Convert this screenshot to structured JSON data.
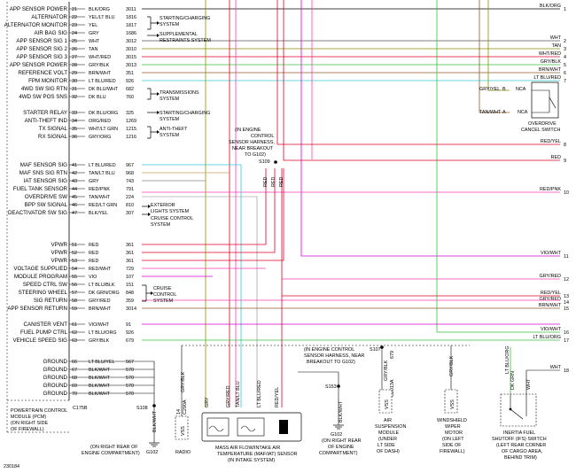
{
  "figure_id": "230184",
  "pcm": {
    "label_lines": [
      "POWERTRAIN CONTROL",
      "MODULE (PCM)",
      "(ON RIGHT SIDE",
      "OF FIREWALL)"
    ],
    "connector": "C175B",
    "pins": [
      {
        "n": "21",
        "name": "APP SENSOR POWER",
        "wire": "BLK/ORG",
        "circ": "3011"
      },
      {
        "n": "22",
        "name": "ALTERNATOR",
        "wire": "YEL/LT BLU",
        "circ": "1816"
      },
      {
        "n": "23",
        "name": "ALTERNATOR MONITOR",
        "wire": "YEL",
        "circ": "1817"
      },
      {
        "n": "24",
        "name": "AIR BAG SIG",
        "wire": "GRY",
        "circ": "1686"
      },
      {
        "n": "25",
        "name": "APP SENSOR SIG 1",
        "wire": "WHT",
        "circ": "3012"
      },
      {
        "n": "26",
        "name": "APP SENSOR SIG 2",
        "wire": "TAN",
        "circ": "3010"
      },
      {
        "n": "27",
        "name": "APP SENSOR SIG 3",
        "wire": "WHT/RED",
        "circ": "3015"
      },
      {
        "n": "28",
        "name": "APP SENSOR POWER",
        "wire": "GRY/BLK",
        "circ": "3013"
      },
      {
        "n": "29",
        "name": "REFERENCE VOLT",
        "wire": "BRN/WHT",
        "circ": "351"
      },
      {
        "n": "30",
        "name": "FPM MONITOR",
        "wire": "LT BLU/RED",
        "circ": "926"
      },
      {
        "n": "31",
        "name": "4WD SW SIG RTN",
        "wire": "DK BLU/WHT",
        "circ": "682"
      },
      {
        "n": "32",
        "name": "4WD SW POS SNS",
        "wire": "DK BLU",
        "circ": "760"
      },
      {
        "n": "33",
        "name": "STARTER RELAY",
        "wire": "DK BLU/ORG",
        "circ": "325"
      },
      {
        "n": "34",
        "name": "ANTI-THEFT IND",
        "wire": "ORG/RED",
        "circ": "1269"
      },
      {
        "n": "35",
        "name": "TX SIGNAL",
        "wire": "WHT/LT GRN",
        "circ": "1215"
      },
      {
        "n": "36",
        "name": "RX SIGNAL",
        "wire": "GRY/ORG",
        "circ": "1216"
      },
      {
        "n": "41",
        "name": "MAF SENSOR SIG",
        "wire": "LT BLU/RED",
        "circ": "967"
      },
      {
        "n": "42",
        "name": "MAF SNS SIG RTN",
        "wire": "TAN/LT BLU",
        "circ": "968"
      },
      {
        "n": "43",
        "name": "IAT SENSOR SIG",
        "wire": "GRY",
        "circ": "743"
      },
      {
        "n": "44",
        "name": "FUEL TANK SENSOR",
        "wire": "RED/PNK",
        "circ": "791"
      },
      {
        "n": "45",
        "name": "OVERDRIVE SW",
        "wire": "TAN/WHT",
        "circ": "224"
      },
      {
        "n": "46",
        "name": "BPP SW SIGNAL",
        "wire": "RED/LT GRN",
        "circ": "810"
      },
      {
        "n": "47",
        "name": "DEACTIVATOR SW SIG",
        "wire": "BLK/YEL",
        "circ": "307"
      },
      {
        "n": "51",
        "name": "VPWR",
        "wire": "RED",
        "circ": "361"
      },
      {
        "n": "52",
        "name": "VPWR",
        "wire": "RED",
        "circ": "361"
      },
      {
        "n": "53",
        "name": "VPWR",
        "wire": "RED",
        "circ": "361"
      },
      {
        "n": "54",
        "name": "VOLTAGE SUPPLIED",
        "wire": "RED/WHT",
        "circ": "729"
      },
      {
        "n": "55",
        "name": "MODULE PROGRAM",
        "wire": "VIO",
        "circ": "107"
      },
      {
        "n": "56",
        "name": "SPEED CTRL SW",
        "wire": "LT BLU/BLK",
        "circ": "151"
      },
      {
        "n": "57",
        "name": "STEERING WHEEL",
        "wire": "DK GRN/ORG",
        "circ": "848"
      },
      {
        "n": "58",
        "name": "SIG RETURN",
        "wire": "GRY/RED",
        "circ": "359"
      },
      {
        "n": "59",
        "name": "APP SENSOR RETURN",
        "wire": "BRN/WHT",
        "circ": "3014"
      },
      {
        "n": "61",
        "name": "CANISTER VENT",
        "wire": "VIO/WHT",
        "circ": "91"
      },
      {
        "n": "62",
        "name": "FUEL PUMP CTRL",
        "wire": "LT BLU/ORG",
        "circ": "926"
      },
      {
        "n": "63",
        "name": "VEHICLE SPEED SIG",
        "wire": "GRY/BLK",
        "circ": "679"
      },
      {
        "n": "66",
        "name": "GROUND",
        "wire": "LT BLU/YEL",
        "circ": "567"
      },
      {
        "n": "67",
        "name": "GROUND",
        "wire": "BLK/WHT",
        "circ": "570"
      },
      {
        "n": "68",
        "name": "GROUND",
        "wire": "BLK/WHT",
        "circ": "570"
      },
      {
        "n": "69",
        "name": "GROUND",
        "wire": "BLK/WHT",
        "circ": "570"
      },
      {
        "n": "70",
        "name": "GROUND",
        "wire": "BLK/WHT",
        "circ": "570"
      }
    ]
  },
  "system_labels": {
    "starting_charging": [
      "STARTING/CHARGING",
      "SYSTEM"
    ],
    "srs": [
      "SUPPLEMENTAL",
      "RESTRAINTS SYSTEM"
    ],
    "transmissions": [
      "TRANSMISSIONS",
      "SYSTEM"
    ],
    "starting_charging2": [
      "STARTING/CHARGING",
      "SYSTEM"
    ],
    "anti_theft": [
      "ANTI-THEFT",
      "SYSTEM"
    ],
    "exterior_lights": [
      "EXTERIOR",
      "LIGHTS SYSTEM"
    ],
    "cruise_control": [
      "CRUISE CONTROL",
      "SYSTEM"
    ],
    "cruise_control2": [
      "CRUISE",
      "CONTROL",
      "SYSTEM"
    ]
  },
  "right_refs": [
    {
      "n": "1",
      "wire": "BLK/ORG"
    },
    {
      "n": "2",
      "wire": "WHT"
    },
    {
      "n": "3",
      "wire": "TAN"
    },
    {
      "n": "4",
      "wire": "WHT/RED"
    },
    {
      "n": "5",
      "wire": "GRY/BLK"
    },
    {
      "n": "6",
      "wire": "BRN/WHT"
    },
    {
      "n": "7",
      "wire": "LT BLU/RED"
    },
    {
      "n": "8",
      "wire": "RED/YEL"
    },
    {
      "n": "9",
      "wire": "RED"
    },
    {
      "n": "10",
      "wire": "RED/PNK"
    },
    {
      "n": "11",
      "wire": "VIO/WHT"
    },
    {
      "n": "12",
      "wire": "GRY/RED"
    },
    {
      "n": "13",
      "wire": "RED/YEL"
    },
    {
      "n": "14",
      "wire": "GRY/RED"
    },
    {
      "n": "15",
      "wire": "BRN/WHT"
    },
    {
      "n": "16",
      "wire": "VIO/WHT"
    },
    {
      "n": "17",
      "wire": "LT BLU/ORG"
    },
    {
      "n": "18",
      "wire": "WHT"
    }
  ],
  "overdrive": {
    "wire_b": "GRY/YEL",
    "pin_b": "B",
    "wire_a": "TAN/WHT",
    "pin_a": "A",
    "nca": "NCA",
    "label": [
      "OVERDRIVE",
      "CANCEL SWITCH"
    ]
  },
  "splice_s109": {
    "id": "S109",
    "note": [
      "(IN ENGINE",
      "CONTROL",
      "SENSOR HARNESS,",
      "NEAR BREAKOUT",
      "TO G102)"
    ],
    "wires": [
      "RED",
      "RED",
      "RED"
    ]
  },
  "maf": {
    "wires": [
      "GRY",
      "GRY/RED",
      "TAN/LT BLU",
      "LT BLU/RED",
      "RED/YEL"
    ],
    "label": [
      "MASS AIR FLOW/INTAKE AIR",
      "TEMPERATURE (MAF/IAT) SENSOR",
      "(IN INTAKE SYSTEM)"
    ]
  },
  "radio": {
    "wire": "GRY/BLK",
    "pin": "14",
    "conn": "C290A",
    "vss": "VSS",
    "label": "RADIO"
  },
  "s108": {
    "id": "S108",
    "wire": "BLK/WHT",
    "ground": "G102",
    "note": [
      "(ON RIGHT REAR OF",
      "ENGINE COMPARTMENT)"
    ]
  },
  "s153": {
    "id": "S153",
    "wire": "BLK/WHT",
    "ground": "G102",
    "note": [
      "(IN ENGINE CONTROL",
      "SENSOR HARNESS, NEAR",
      "BREAKOUT TO G102)"
    ],
    "g_note": [
      "(ON RIGHT REAR",
      "OF ENGINE",
      "COMPARTMENT)"
    ]
  },
  "s107": {
    "id": "S107",
    "wire": "GRY/BLK",
    "circ": "679",
    "conn": "C2013A",
    "vss": "VSS",
    "label": [
      "AIR",
      "SUSPENSION",
      "MODULE",
      "(UNDER",
      "LT SIDE",
      "OF DASH)"
    ]
  },
  "wiper": {
    "wire": "GRY/BLK",
    "vss": "VSS",
    "label": [
      "WINDSHIELD",
      "WIPER",
      "MOTOR",
      "(ON LEFT",
      "SIDE OF",
      "FIREWALL)"
    ]
  },
  "inertia": {
    "wire1": "LT BLU/ORG",
    "wire2": "DK GRN",
    "wire3": "WHT",
    "label": [
      "INERTIA FUEL",
      "SHUTOFF (IFS) SWITCH",
      "(LEFT REAR CORNER",
      "OF CARGO AREA,",
      "BEHIND TRIM)"
    ]
  }
}
